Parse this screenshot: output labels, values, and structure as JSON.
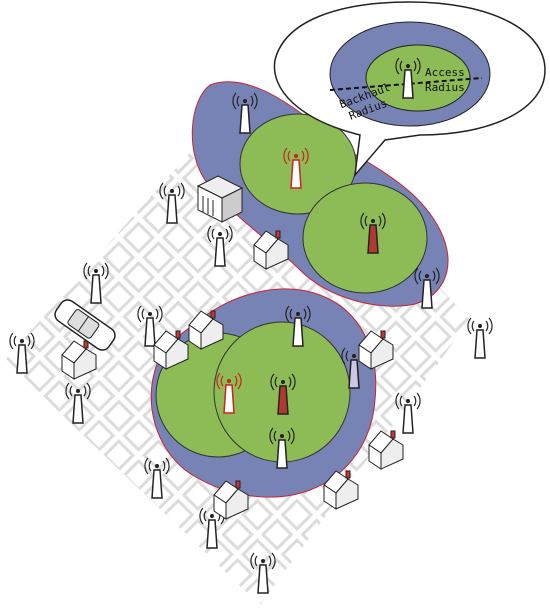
{
  "callout": {
    "access_label": "Access",
    "access_label2": "Radius",
    "backhaul_label": "Backhaul",
    "backhaul_label2": "Radius"
  },
  "colors": {
    "backhaul_area": "#7683b4",
    "access_area": "#8dbb55",
    "grid_tile": "#d9d9d9",
    "tower_white": "#ffffff",
    "tower_red": "#b03a2e",
    "tower_lavender": "#c9c9e6",
    "signal_red": "#cc2222"
  },
  "icons": {
    "tower": "cell-tower-icon",
    "house": "house-icon",
    "car": "car-icon",
    "server": "data-center-icon"
  }
}
